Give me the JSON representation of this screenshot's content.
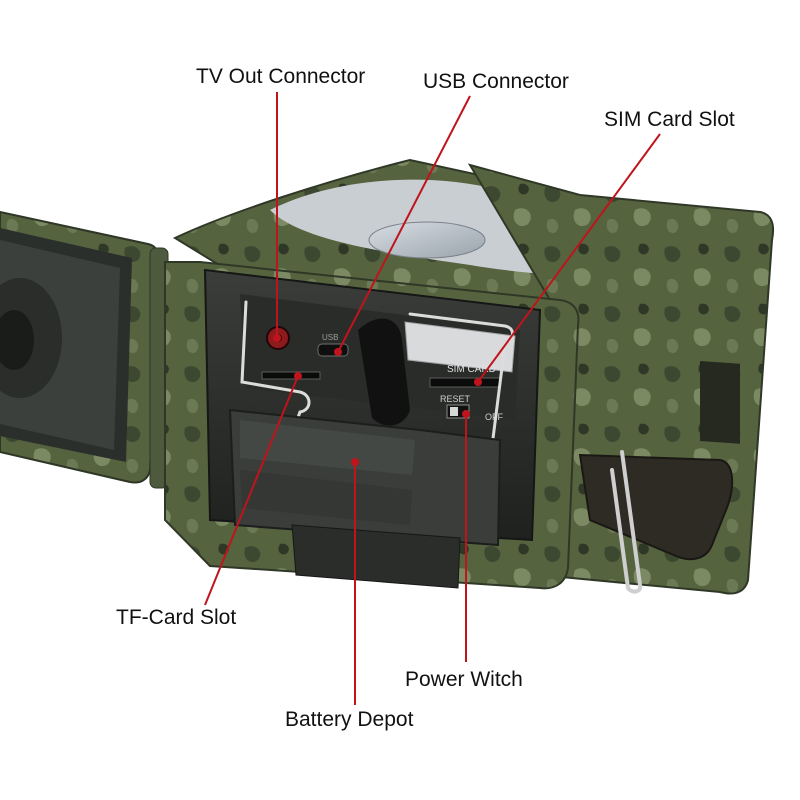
{
  "callouts": [
    {
      "id": "tv-out",
      "label": "TV Out Connector"
    },
    {
      "id": "usb",
      "label": "USB Connector"
    },
    {
      "id": "sim",
      "label": "SIM Card Slot"
    },
    {
      "id": "tf",
      "label": "TF-Card Slot"
    },
    {
      "id": "power",
      "label": "Power Witch"
    },
    {
      "id": "battery",
      "label": "Battery Depot"
    }
  ],
  "device_print": {
    "sim_card": "SIM CARD",
    "usb": "USB",
    "reset": "RESET",
    "off": "OFF"
  },
  "colors": {
    "leader_line": "#c0141c",
    "camo_dark": "#3f4a33",
    "camo_mid": "#5d6a4c",
    "camo_light": "#8a9676",
    "cavity": "#2d2f2d",
    "wire": "#dcdcdc",
    "strap": "#2e2b24",
    "velcro": "#111111"
  }
}
